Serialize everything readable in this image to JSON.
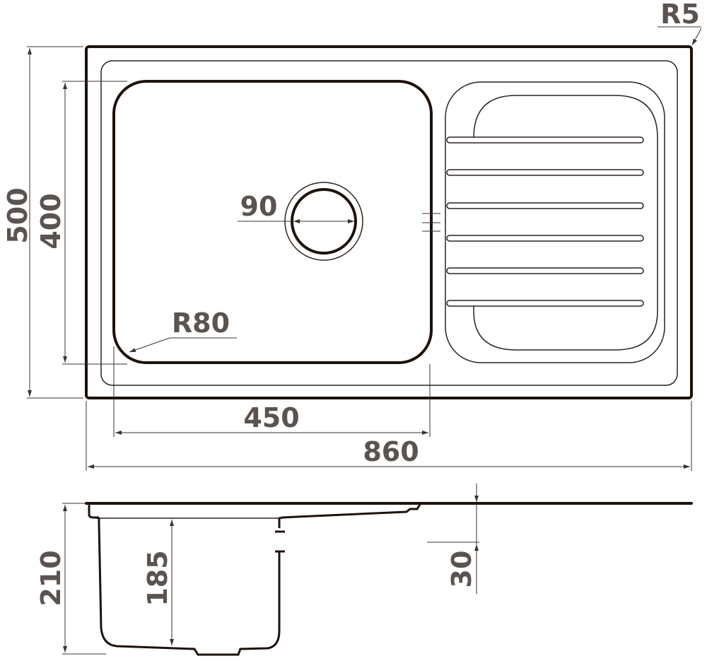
{
  "drawing": {
    "top_view": {
      "width_label": "860",
      "height_label": "500",
      "bowl_width_label": "450",
      "bowl_length_label": "400",
      "drain_label": "90",
      "bowl_radius_label": "R80",
      "corner_radius_label": "R5"
    },
    "side_view": {
      "total_depth_label": "210",
      "bowl_depth_label": "185",
      "overflow_label": "30"
    }
  }
}
